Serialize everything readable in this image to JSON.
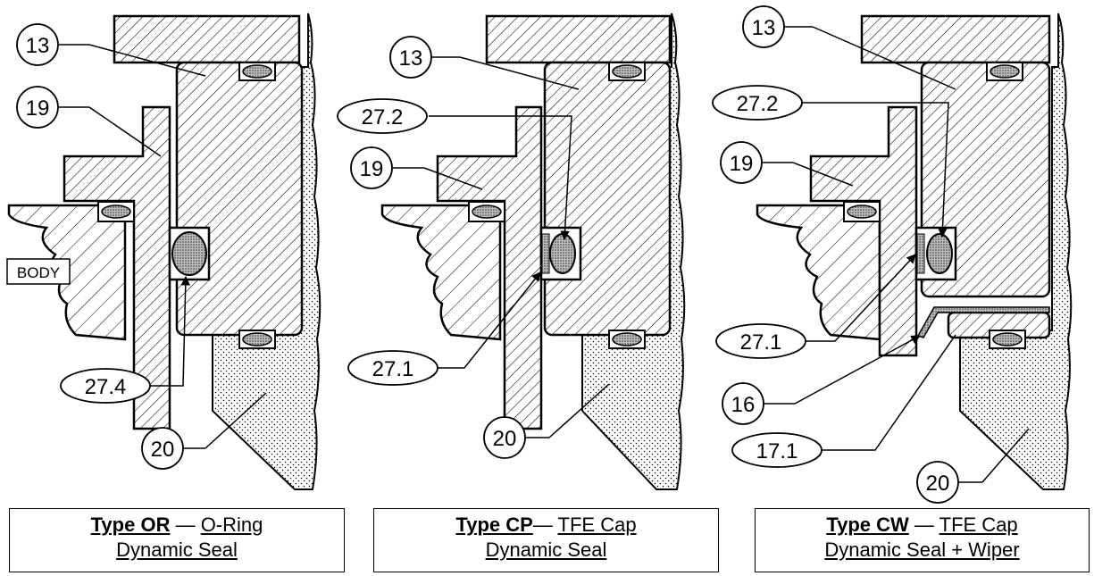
{
  "panels": [
    {
      "title": "Type OR",
      "separator": " — ",
      "caption_line1": "O-Ring",
      "caption_line2": "Dynamic Seal",
      "callouts": [
        "13",
        "19",
        "27.4",
        "20"
      ],
      "body_label": "BODY"
    },
    {
      "title": "Type CP",
      "separator": "— ",
      "caption_line1": "TFE Cap",
      "caption_line2": "Dynamic Seal",
      "callouts": [
        "13",
        "27.2",
        "19",
        "27.1",
        "20"
      ]
    },
    {
      "title": "Type CW",
      "separator": " — ",
      "caption_line1": "TFE Cap",
      "caption_line2": "Dynamic Seal + Wiper",
      "callouts": [
        "13",
        "27.2",
        "19",
        "27.1",
        "16",
        "17.1",
        "20"
      ]
    }
  ]
}
